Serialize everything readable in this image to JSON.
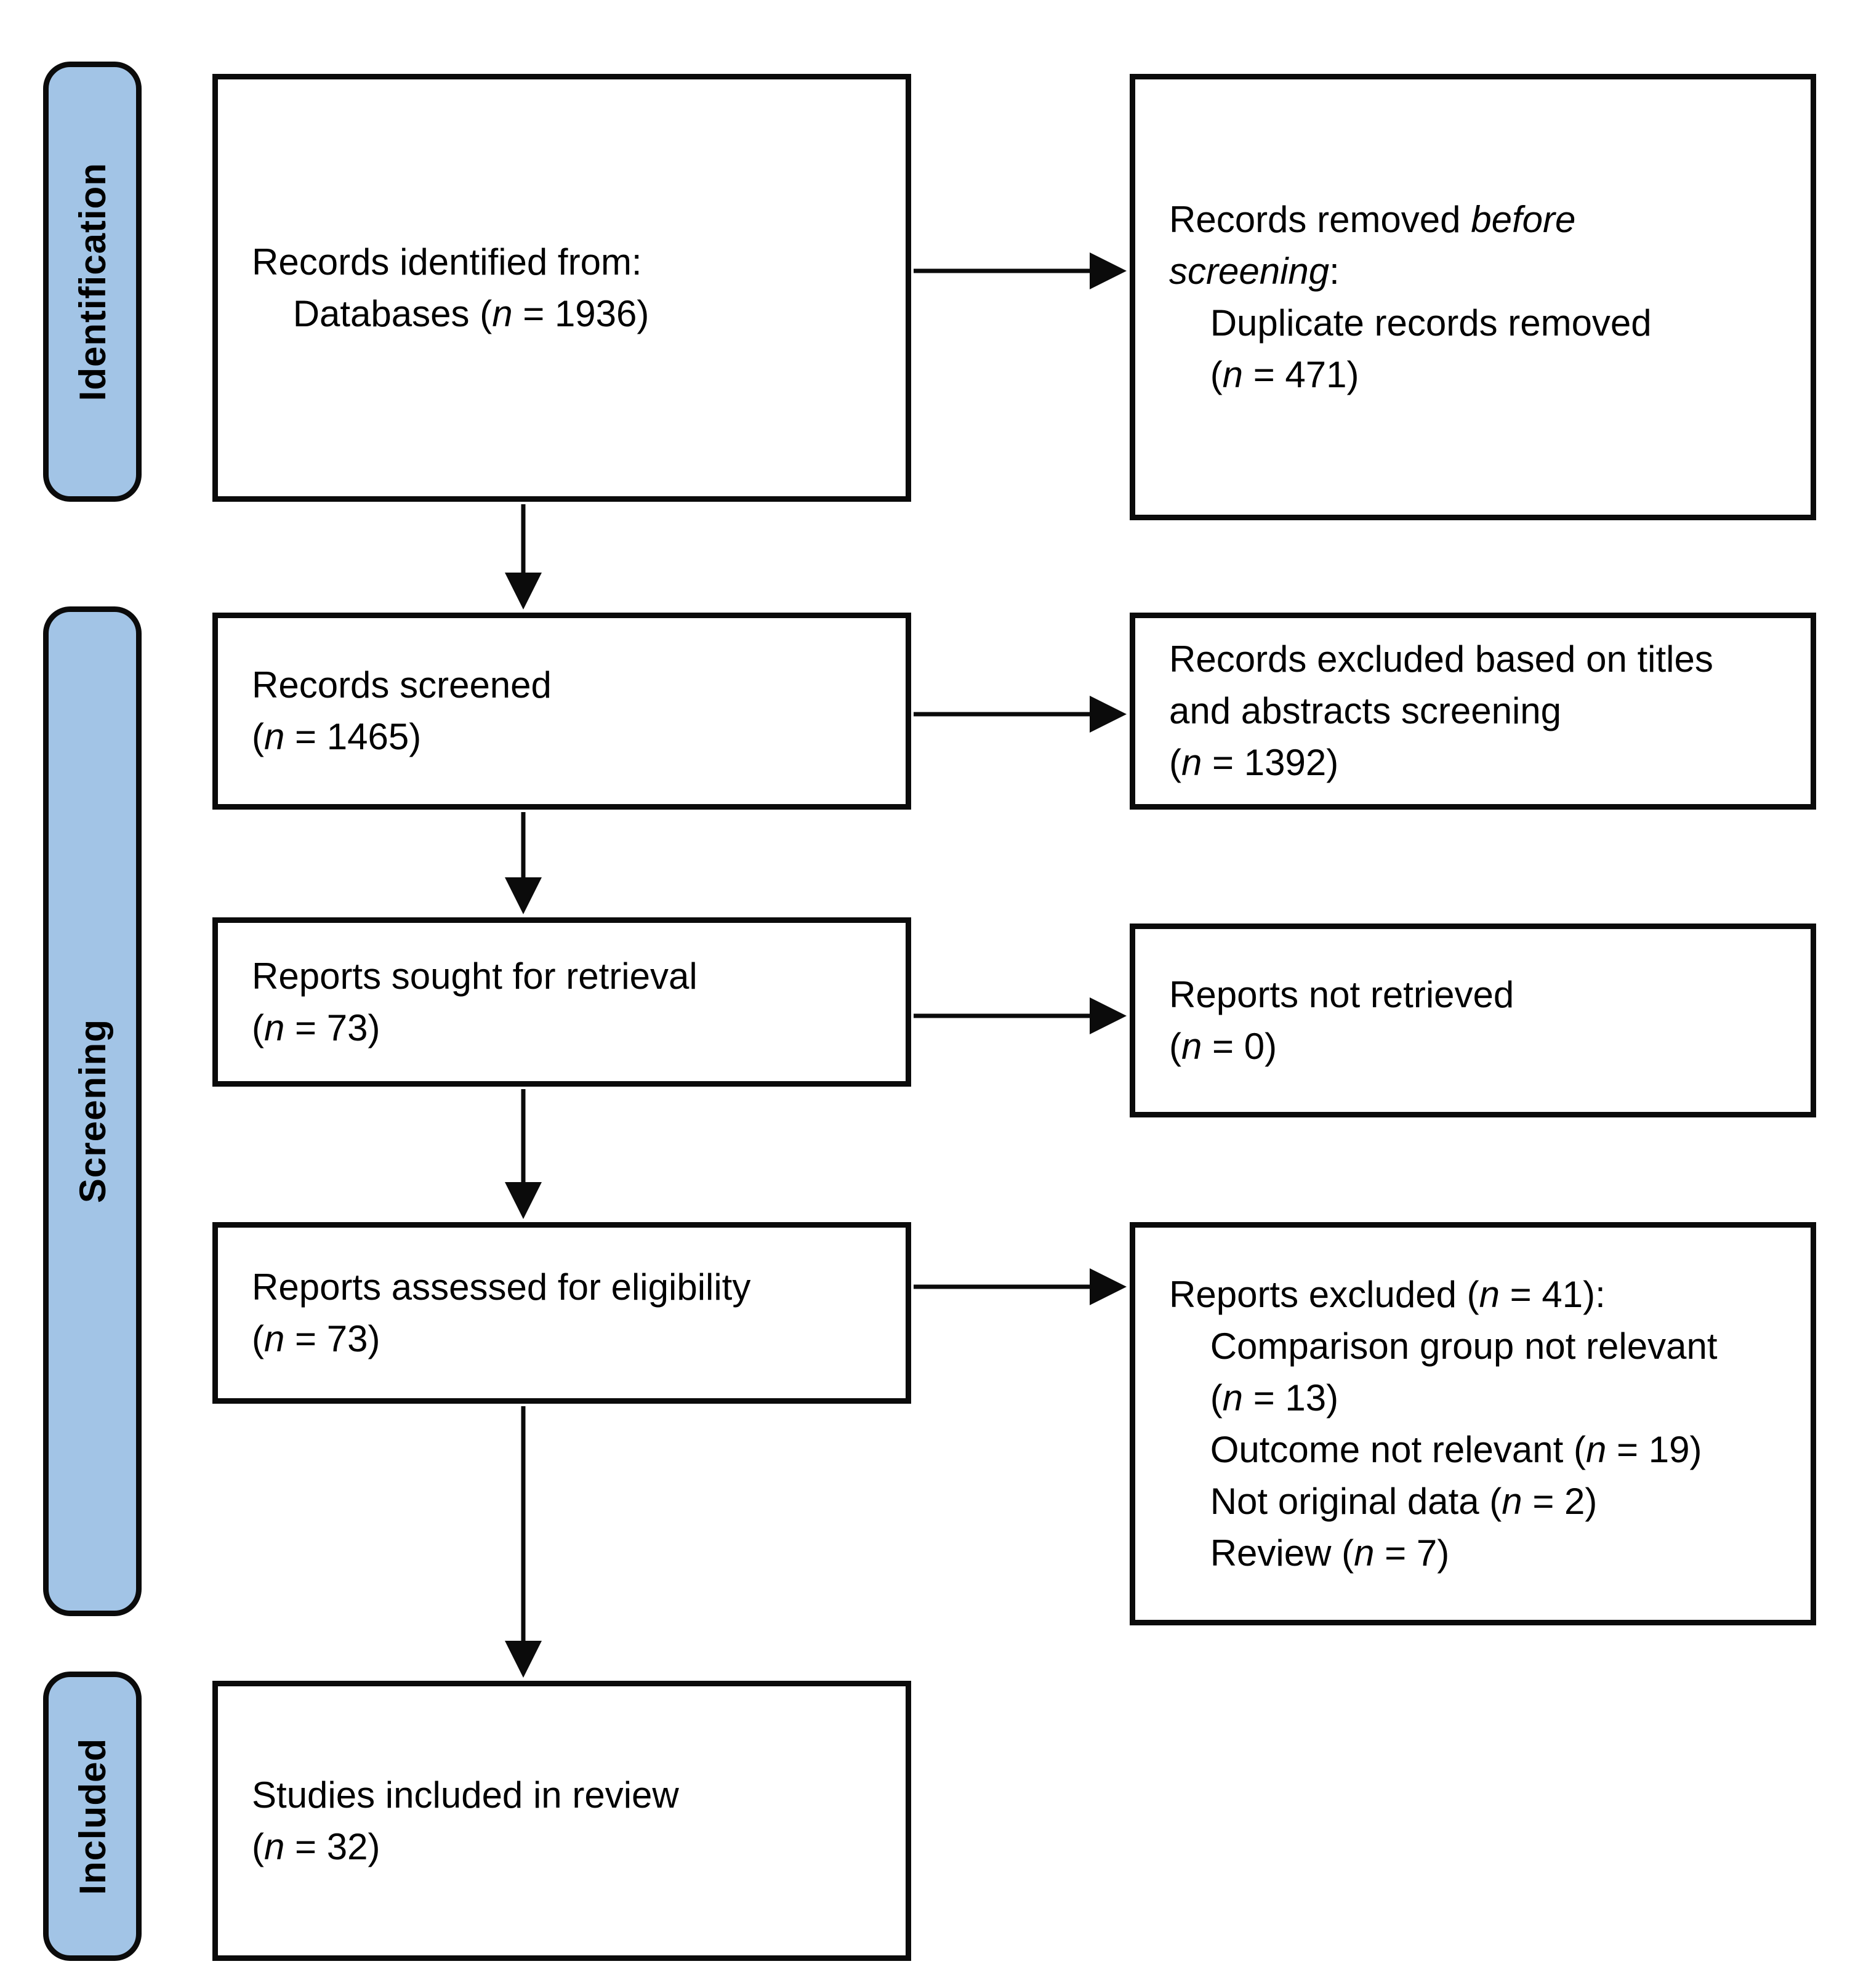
{
  "colors": {
    "stage_chip_fill": "#A2C4E6",
    "line_and_border": "#0b0b0b",
    "background": "#FFFFFF"
  },
  "stages": [
    {
      "label": "Identification"
    },
    {
      "label": "Screening"
    },
    {
      "label": "Included"
    }
  ],
  "boxes": {
    "records_identified": {
      "lines": [
        "Records identified from:",
        "    Databases (*n* = 1936)"
      ]
    },
    "records_removed": {
      "lines": [
        "Records removed *before*",
        "*screening*:",
        "    Duplicate records removed",
        "    (*n* = 471)"
      ]
    },
    "records_screened": {
      "lines": [
        "Records screened",
        "(*n* = 1465)"
      ]
    },
    "records_excluded": {
      "lines": [
        "Records excluded based on titles",
        "and abstracts screening",
        "(*n* = 1392)"
      ]
    },
    "reports_sought": {
      "lines": [
        "Reports sought for retrieval",
        "(*n* = 73)"
      ]
    },
    "reports_not_retrieved": {
      "lines": [
        "Reports not retrieved",
        "(*n* = 0)"
      ]
    },
    "reports_assessed": {
      "lines": [
        "Reports assessed for eligibility",
        "(*n* = 73)"
      ]
    },
    "reports_excluded": {
      "lines": [
        "Reports excluded (*n* = 41):",
        "    Comparison group not relevant",
        "    (*n* = 13)",
        "    Outcome not relevant (*n* = 19)",
        "    Not original data (*n* = 2)",
        "    Review (*n* = 7)"
      ]
    },
    "studies_included": {
      "lines": [
        "Studies included in review",
        "(*n* = 32)"
      ]
    }
  }
}
